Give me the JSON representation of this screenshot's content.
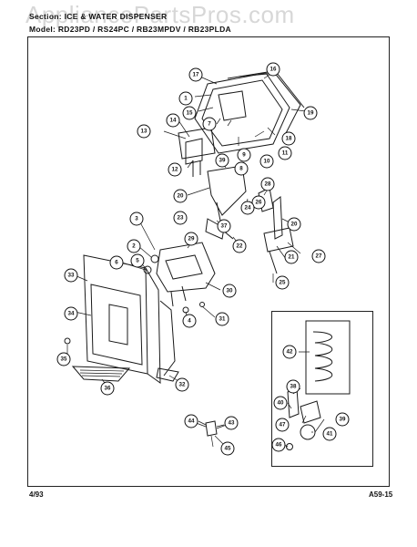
{
  "watermark": "AppliancePartsPros.com",
  "header": {
    "section": "Section: ICE & WATER DISPENSER",
    "model": "Model: RD23PD / RS24PC / RB23MPDV / RB23PLDA"
  },
  "footer": {
    "date": "4/93",
    "page_ref": "A59-15"
  },
  "callouts": [
    "1",
    "2",
    "3",
    "4",
    "5",
    "6",
    "7",
    "8",
    "9",
    "10",
    "11",
    "12",
    "13",
    "14",
    "15",
    "16",
    "17",
    "18",
    "19",
    "20",
    "21",
    "22",
    "23",
    "24",
    "25",
    "26",
    "27",
    "28",
    "29",
    "30",
    "31",
    "32",
    "33",
    "34",
    "35",
    "36",
    "37",
    "38",
    "39",
    "40",
    "41",
    "42",
    "43",
    "44",
    "45",
    "46",
    "47"
  ]
}
